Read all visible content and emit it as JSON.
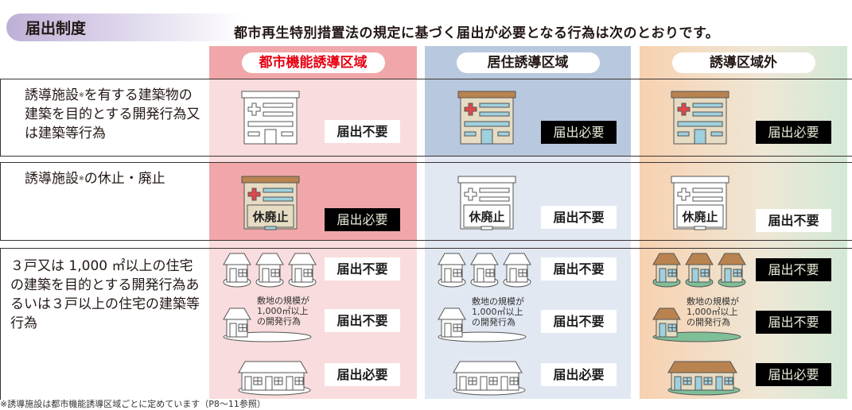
{
  "header": {
    "title": "届出制度",
    "lead": "都市再生特別措置法の規定に基づく届出が必要となる行為は次のとおりです。"
  },
  "columns": [
    {
      "label": "都市機能誘導区域",
      "color": "#e60012"
    },
    {
      "label": "居住誘導区域",
      "color": "#231815"
    },
    {
      "label": "誘導区域外",
      "color": "#231815"
    }
  ],
  "rows": [
    {
      "label_a": "誘導施設",
      "mark": "※",
      "label_b": "を有する建築物の建築を目的とする開発行為又は建築等行為",
      "results": [
        "届出不要",
        "届出必要",
        "届出必要"
      ]
    },
    {
      "label_a": "誘導施設",
      "mark": "※",
      "label_b": "の休止・廃止",
      "building_sign": "休廃止",
      "results": [
        "届出必要",
        "届出不要",
        "届出不要"
      ]
    },
    {
      "label": "３戸又は 1,000 ㎡以上の住宅の建築を目的とする開発行為あるいは３戸以上の住宅の建築等行為",
      "note": [
        "敷地の規模が",
        "1,000㎡以上",
        "の開発行為"
      ],
      "results": [
        [
          "届出不要",
          "届出不要",
          "届出不要"
        ],
        [
          "届出不要",
          "届出不要",
          "届出不要"
        ],
        [
          "届出必要",
          "届出必要",
          "届出必要"
        ]
      ]
    }
  ],
  "footnote": "※誘導施設は都市機能誘導区域ごとに定めています（P8～11参照）",
  "colors": {
    "required_bg": "#000000",
    "not_required_bg": "#ffffff",
    "zone1": "#f1a7a9",
    "zone2": "#b8c8de"
  }
}
